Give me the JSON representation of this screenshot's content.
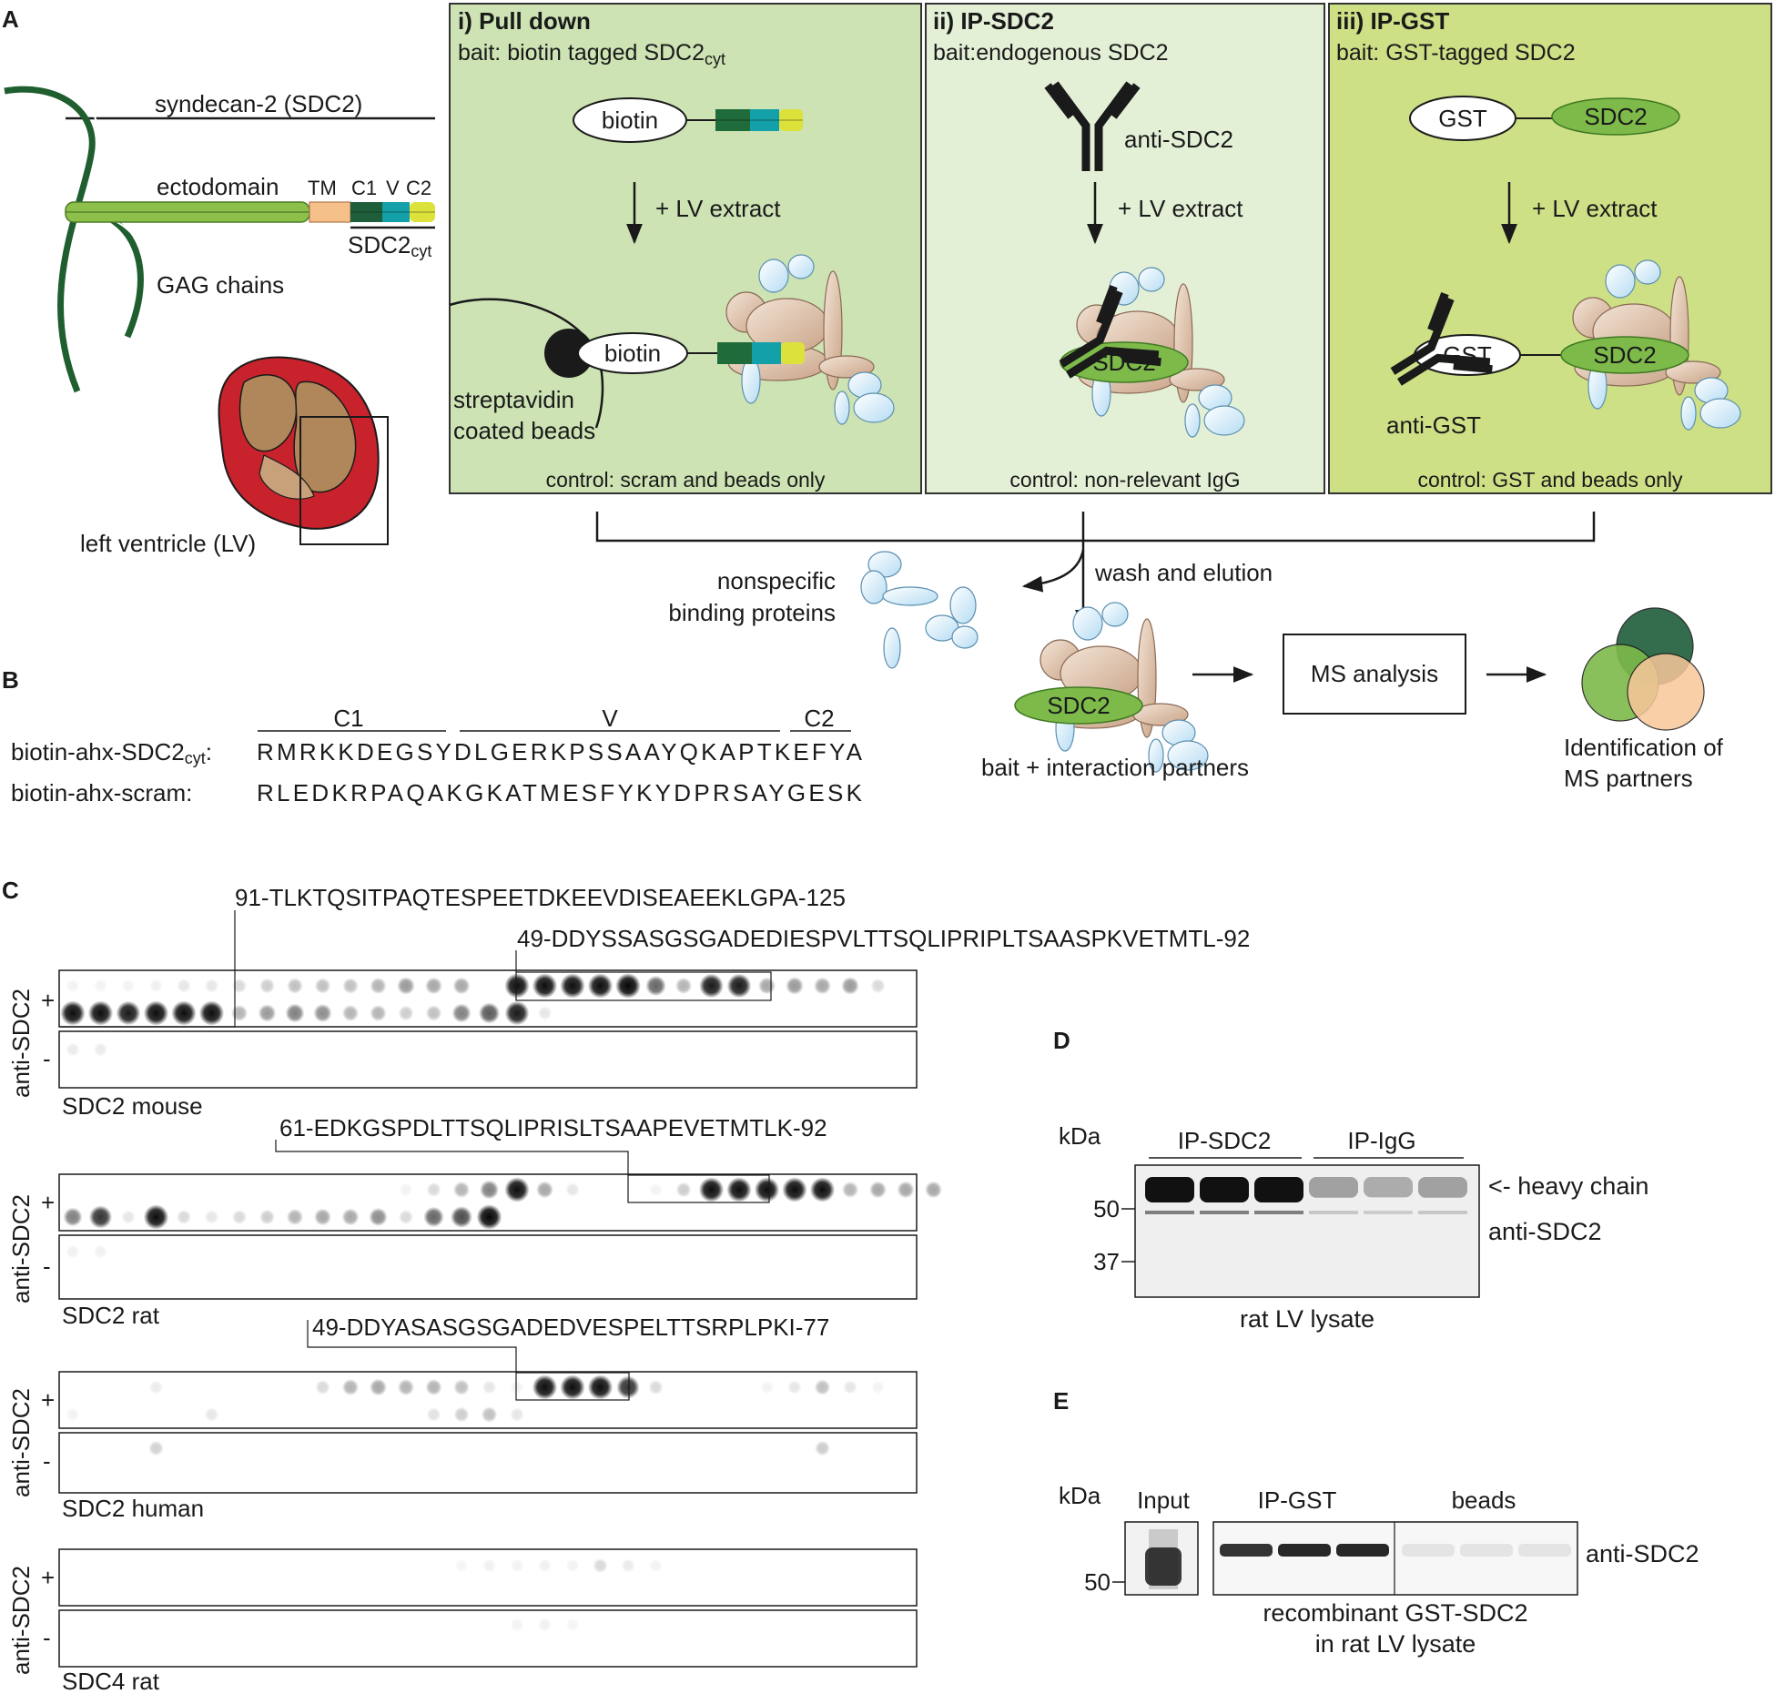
{
  "panelA": {
    "letter": "A",
    "sdc2_label": "syndecan-2 (SDC2)",
    "ectodomain": "ectodomain",
    "tm": "TM",
    "c1": "C1",
    "v": "V",
    "c2": "C2",
    "sdc2cyt_main": "SDC2",
    "sdc2cyt_sub": "cyt",
    "gag": "GAG chains",
    "lv": "left ventricle (LV)",
    "sub1": {
      "title": "i) Pull down",
      "bait_main": "bait: biotin tagged SDC2",
      "bait_sub": "cyt",
      "biotin": "biotin",
      "extract": "+ LV extract",
      "beads1": "streptavidin",
      "beads2": "coated beads",
      "control": "control: scram and beads only"
    },
    "sub2": {
      "title": "ii) IP-SDC2",
      "bait": "bait:endogenous SDC2",
      "antibody": "anti-SDC2",
      "extract": "+ LV extract",
      "sdc2": "SDC2",
      "control": "control: non-relevant IgG"
    },
    "sub3": {
      "title": "iii) IP-GST",
      "bait": "bait: GST-tagged SDC2",
      "gst": "GST",
      "sdc2": "SDC2",
      "extract": "+ LV extract",
      "antigst": "anti-GST",
      "control": "control: GST and beads only"
    },
    "wash": "wash and elution",
    "nonspecific1": "nonspecific",
    "nonspecific2": "binding proteins",
    "complex_sdc2": "SDC2",
    "bait_partners": "bait + interaction partners",
    "ms": "MS analysis",
    "ident1": "Identification of",
    "ident2": "MS partners"
  },
  "panelB": {
    "letter": "B",
    "c1": "C1",
    "v": "V",
    "c2": "C2",
    "row1_label_main": "biotin-ahx-SDC2",
    "row1_label_sub": "cyt",
    "row1_label_colon": ":",
    "row1_seq": "RMRKKDEGSYDLGERKPSSAAYQKAPTKEFYA",
    "row2_label": "biotin-ahx-scram:",
    "row2_seq": "RLEDKRPAQAKGKATMESFYKYDPRSAYGESK"
  },
  "panelC": {
    "letter": "C",
    "ylabel": "anti-SDC2",
    "plus": "+",
    "minus": "-",
    "blots": [
      {
        "name": "SDC2 mouse",
        "seq_top": "91-TLKTQSITPAQTESPEETDKEEVDISEAEEKLGPA-125",
        "seq_bottom": "49-DDYSSASGSGADEDIESPVLTTSQLIPRIPLTSAASPKVETMTL-92",
        "row1": [
          0.05,
          0.05,
          0.05,
          0.06,
          0.1,
          0.1,
          0.15,
          0.2,
          0.25,
          0.25,
          0.25,
          0.3,
          0.4,
          0.35,
          0.35,
          0.0,
          0.95,
          0.95,
          0.95,
          0.95,
          0.98,
          0.6,
          0.3,
          0.9,
          0.9,
          0.35,
          0.4,
          0.35,
          0.4,
          0.15
        ],
        "row2": [
          0.95,
          0.95,
          0.9,
          0.95,
          0.95,
          0.95,
          0.3,
          0.4,
          0.5,
          0.45,
          0.3,
          0.3,
          0.2,
          0.25,
          0.5,
          0.65,
          0.9,
          0.1,
          0.0,
          0.0,
          0.0,
          0.0,
          0.0,
          0.0,
          0.0,
          0.0,
          0.0,
          0.0,
          0.0,
          0.0
        ],
        "neg": [
          0.08,
          0.08,
          0,
          0,
          0,
          0,
          0,
          0,
          0,
          0,
          0,
          0,
          0,
          0,
          0,
          0,
          0,
          0,
          0,
          0,
          0,
          0,
          0,
          0,
          0,
          0,
          0,
          0,
          0,
          0
        ]
      },
      {
        "name": "SDC2 rat",
        "seq_top": "61-EDKGSPDLTTSQLIPRISLTSAAPEVETMTLK-92",
        "seq_bottom": "",
        "row1": [
          0.0,
          0.0,
          0.0,
          0.0,
          0.0,
          0.0,
          0.0,
          0.0,
          0.0,
          0.0,
          0.0,
          0.0,
          0.05,
          0.15,
          0.3,
          0.5,
          0.95,
          0.35,
          0.1,
          0.0,
          0.0,
          0.05,
          0.2,
          0.95,
          0.95,
          0.95,
          0.95,
          0.95,
          0.3,
          0.35,
          0.35,
          0.35
        ],
        "row2": [
          0.5,
          0.8,
          0.1,
          0.95,
          0.15,
          0.1,
          0.15,
          0.2,
          0.3,
          0.35,
          0.35,
          0.45,
          0.15,
          0.6,
          0.7,
          0.98,
          0,
          0,
          0,
          0,
          0,
          0,
          0,
          0,
          0,
          0,
          0,
          0,
          0,
          0,
          0,
          0
        ],
        "neg": [
          0.06,
          0.06,
          0,
          0,
          0,
          0,
          0,
          0,
          0,
          0,
          0,
          0,
          0,
          0,
          0,
          0,
          0,
          0,
          0,
          0,
          0,
          0,
          0,
          0,
          0,
          0,
          0,
          0,
          0,
          0,
          0,
          0
        ]
      },
      {
        "name": "SDC2 human",
        "seq_top": "49-DDYASASGSGADEDVESPELTTSRPLPKI-77",
        "seq_bottom": "",
        "row1": [
          0,
          0,
          0,
          0.08,
          0,
          0,
          0,
          0,
          0,
          0.15,
          0.3,
          0.35,
          0.3,
          0.3,
          0.25,
          0.1,
          0.05,
          0.95,
          0.95,
          0.95,
          0.8,
          0.15,
          0,
          0,
          0,
          0.05,
          0.1,
          0.25,
          0.1,
          0.05
        ],
        "row2": [
          0.05,
          0,
          0,
          0,
          0,
          0.1,
          0,
          0,
          0,
          0,
          0,
          0,
          0,
          0.12,
          0.2,
          0.25,
          0.1,
          0,
          0,
          0,
          0,
          0,
          0,
          0,
          0,
          0,
          0,
          0,
          0,
          0
        ],
        "neg": [
          0,
          0,
          0,
          0.18,
          0,
          0,
          0,
          0,
          0,
          0,
          0,
          0,
          0,
          0,
          0,
          0,
          0,
          0,
          0,
          0,
          0,
          0,
          0,
          0,
          0,
          0,
          0,
          0.2,
          0,
          0
        ]
      },
      {
        "name": "SDC4 rat",
        "seq_top": "",
        "seq_bottom": "",
        "row1": [
          0,
          0,
          0,
          0,
          0,
          0,
          0,
          0,
          0,
          0,
          0,
          0,
          0,
          0,
          0.04,
          0.06,
          0.05,
          0.06,
          0.05,
          0.15,
          0.08,
          0.05,
          0,
          0,
          0,
          0,
          0,
          0,
          0,
          0
        ],
        "row2": [
          0,
          0,
          0,
          0,
          0,
          0,
          0,
          0,
          0,
          0,
          0,
          0,
          0,
          0,
          0,
          0,
          0,
          0,
          0,
          0,
          0,
          0,
          0,
          0,
          0,
          0,
          0,
          0,
          0,
          0
        ],
        "neg": [
          0,
          0,
          0,
          0,
          0,
          0,
          0,
          0,
          0,
          0,
          0,
          0,
          0,
          0,
          0,
          0,
          0.05,
          0.06,
          0.04,
          0,
          0,
          0,
          0,
          0,
          0,
          0,
          0,
          0,
          0,
          0
        ]
      }
    ]
  },
  "panelD": {
    "letter": "D",
    "kda": "kDa",
    "ip_sdc2": "IP-SDC2",
    "ip_igg": "IP-IgG",
    "m50": "50",
    "m37": "37",
    "heavy": "<- heavy chain",
    "anti": "anti-SDC2",
    "lysate": "rat LV lysate",
    "band_intensity": [
      1.0,
      1.0,
      1.0,
      0.35,
      0.3,
      0.35
    ]
  },
  "panelE": {
    "letter": "E",
    "kda": "kDa",
    "input": "Input",
    "ip_gst": "IP-GST",
    "beads": "beads",
    "m50": "50",
    "anti": "anti-SDC2",
    "cap1": "recombinant GST-SDC2",
    "cap2": "in rat LV lysate",
    "band_intensity": [
      0.85,
      0.9,
      0.9,
      0.08,
      0.08,
      0.08
    ]
  }
}
